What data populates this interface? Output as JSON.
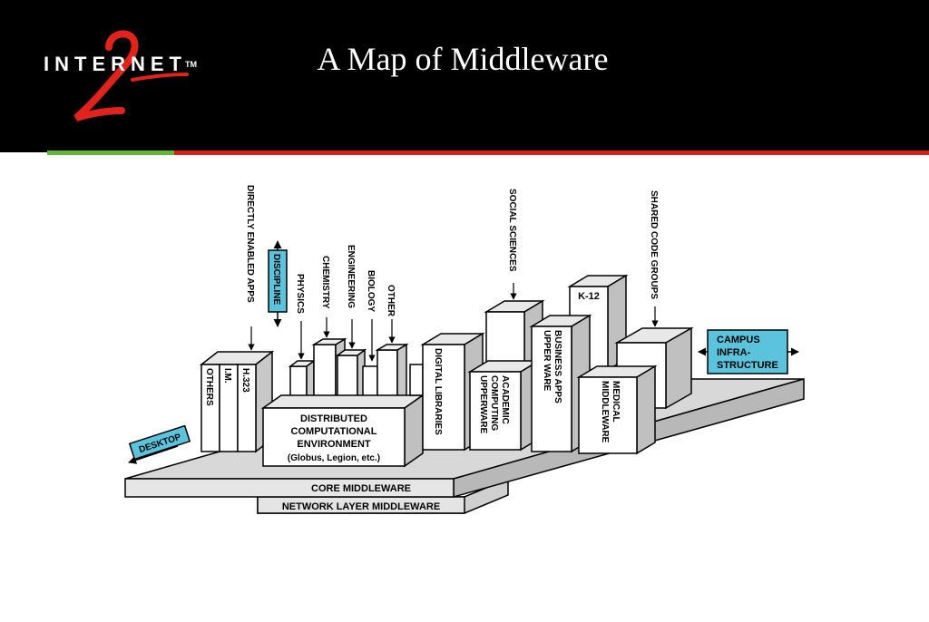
{
  "header": {
    "logo_text": "INTERNET",
    "logo_numeral": "2",
    "logo_tm": "TM",
    "title": "A Map of Middleware"
  },
  "colors": {
    "header_bg": "#000000",
    "title_text": "#ffffff",
    "logo_accent": "#e0231b",
    "rule_green": "#5fb83a",
    "rule_red": "#d8201a",
    "label_box": "#5cc3dc",
    "block_front": "#ffffff",
    "block_side": "#c8c8c8",
    "platform": "#d8d8d8",
    "outline": "#000000"
  },
  "diagram": {
    "labels": {
      "directly_enabled_apps": "DIRECTLY ENABLED APPS",
      "discipline": "DISCIPLINE",
      "physics": "PHYSICS",
      "chemistry": "CHEMISTRY",
      "engineering": "ENGINEERING",
      "biology": "BIOLOGY",
      "other": "OTHER",
      "social_sciences": "SOCIAL SCIENCES",
      "shared_code_groups": "SHARED CODE GROUPS",
      "k12": "K-12",
      "campus_line1": "CAMPUS",
      "campus_line2": "INFRA-",
      "campus_line3": "STRUCTURE",
      "others": "OTHERS",
      "im": "I.M.",
      "h323": "H.323",
      "dce_line1": "DISTRIBUTED",
      "dce_line2": "COMPUTATIONAL",
      "dce_line3": "ENVIRONMENT",
      "dce_line4": "(Globus, Legion, etc.)",
      "digital_libraries": "DIGITAL LIBRARIES",
      "academic_line1": "ACADEMIC",
      "academic_line2": "COMPUTING",
      "academic_line3": "UPPERWARE",
      "business_line1": "BUSINESS APPS",
      "business_line2": "UPPER WARE",
      "medical_line1": "MEDICAL",
      "medical_line2": "MIDDLEWARE",
      "desktop": "DESKTOP",
      "core_middleware": "CORE MIDDLEWARE",
      "network_layer": "NETWORK LAYER MIDDLEWARE"
    }
  }
}
